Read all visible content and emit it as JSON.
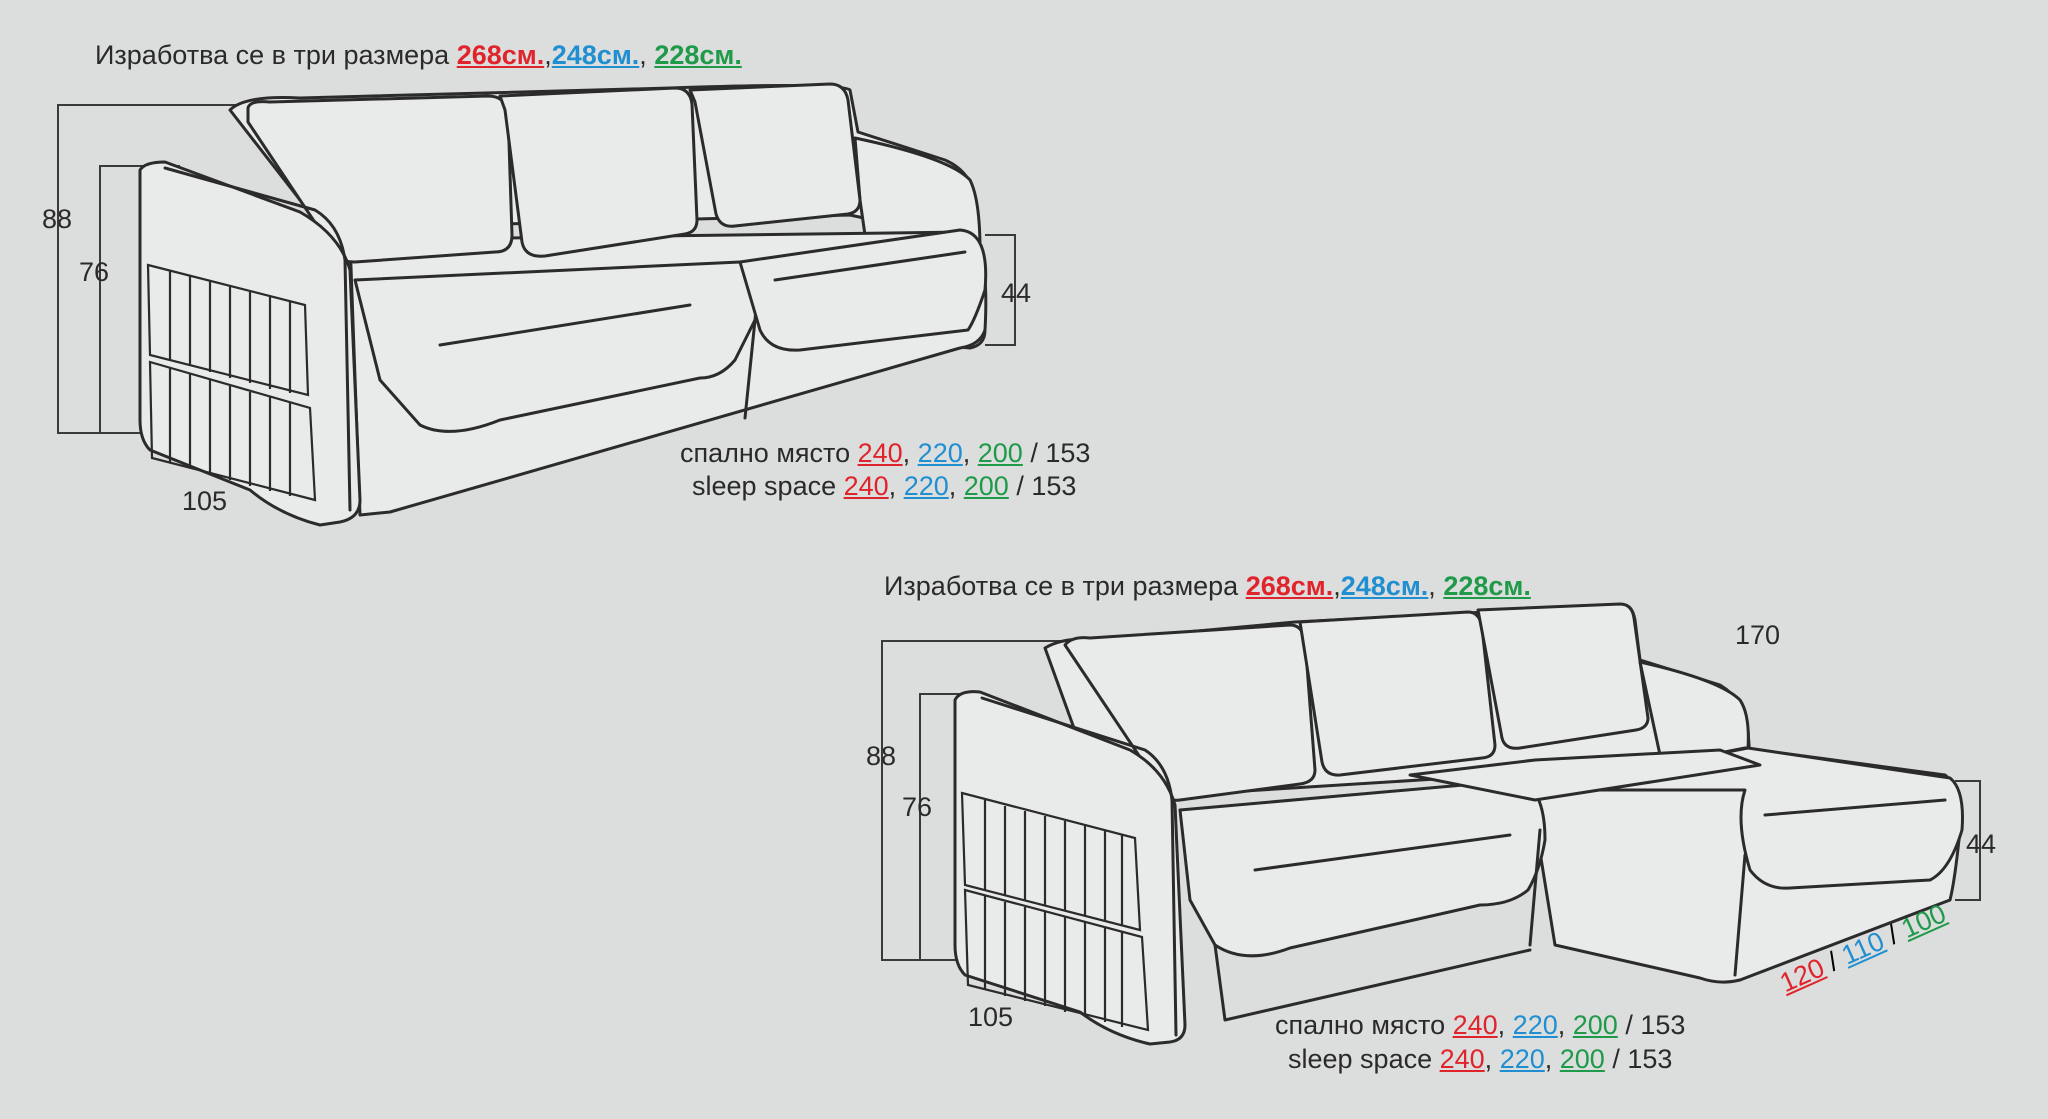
{
  "sofa1": {
    "title": {
      "prefix": "Изработва се в три размера ",
      "size_red": "268см.",
      "sep1": ",",
      "size_blue": "248см.",
      "sep2": ", ",
      "size_green": "228см."
    },
    "dims": {
      "height_total": "88",
      "height_arm": "76",
      "seat_height": "44",
      "depth": "105"
    },
    "sleep_bg": {
      "label": "спално място ",
      "v1": "240",
      "c1": ", ",
      "v2": "220",
      "c2": ", ",
      "v3": "200",
      "tail": " / 153"
    },
    "sleep_en": {
      "label": "sleep space ",
      "v1": "240",
      "c1": ", ",
      "v2": "220",
      "c2": ", ",
      "v3": "200",
      "tail": " / 153"
    }
  },
  "sofa2": {
    "title": {
      "prefix": "Изработва се в три размера ",
      "size_red": "268см.",
      "sep1": ",",
      "size_blue": "248см.",
      "sep2": ", ",
      "size_green": "228см."
    },
    "dims": {
      "height_total": "88",
      "height_arm": "76",
      "seat_height": "44",
      "depth": "105",
      "chaise_length": "170"
    },
    "chaise_width": {
      "v1": "120",
      "s1": " / ",
      "v2": "110",
      "s2": " / ",
      "v3": "100"
    },
    "sleep_bg": {
      "label": "спално място ",
      "v1": "240",
      "c1": ", ",
      "v2": "220",
      "c2": ", ",
      "v3": "200",
      "tail": " / 153"
    },
    "sleep_en": {
      "label": "sleep space ",
      "v1": "240",
      "c1": ", ",
      "v2": "220",
      "c2": ", ",
      "v3": "200",
      "tail": " / 153"
    }
  },
  "colors": {
    "background": "#dcdddd",
    "red": "#e0242b",
    "blue": "#1f8fd1",
    "green": "#1f9a49",
    "line": "#2b2b2b"
  }
}
